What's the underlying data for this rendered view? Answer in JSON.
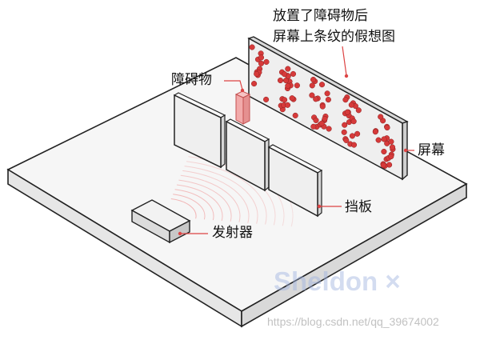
{
  "labels": {
    "title_line1": "放置了障碍物后",
    "title_line2": "屏幕上条纹的假想图",
    "obstacle": "障碍物",
    "screen": "屏幕",
    "baffle": "挡板",
    "emitter": "发射器"
  },
  "watermark": {
    "main": "Sheldon ×",
    "url": "https://blog.csdn.net/qq_39674002"
  },
  "colors": {
    "accent": "#e05050",
    "dots": "#d63a3a",
    "outline": "#222222",
    "platform_top": "#f6f6f6",
    "panel_face": "#efefef"
  }
}
